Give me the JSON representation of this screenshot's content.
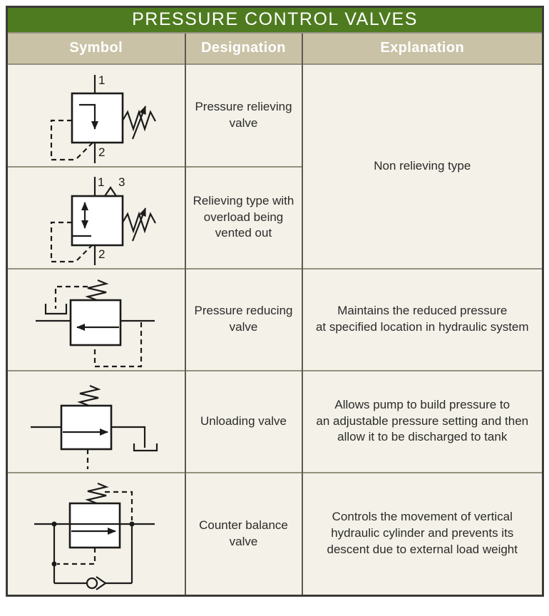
{
  "title": "PRESSURE CONTROL VALVES",
  "columns": {
    "symbol": "Symbol",
    "designation": "Designation",
    "explanation": "Explanation"
  },
  "rows": [
    {
      "symbol": "pressure-relieving-valve-symbol",
      "designation": [
        "Pressure relieving",
        "valve"
      ],
      "ports": {
        "p1": "1",
        "p2": "2"
      }
    },
    {
      "symbol": "relieving-type-vented-symbol",
      "designation": [
        "Relieving type with",
        "overload being",
        "vented out"
      ],
      "ports": {
        "p1": "1",
        "p2": "2",
        "p3": "3"
      }
    },
    {
      "symbol": "pressure-reducing-valve-symbol",
      "designation": [
        "Pressure reducing",
        "valve"
      ],
      "explanation": [
        "Maintains the reduced pressure",
        "at specified location in hydraulic system"
      ]
    },
    {
      "symbol": "unloading-valve-symbol",
      "designation": [
        "Unloading valve"
      ],
      "explanation": [
        "Allows pump to build pressure to",
        "an adjustable pressure setting and then",
        "allow it to be discharged to tank"
      ]
    },
    {
      "symbol": "counter-balance-valve-symbol",
      "designation": [
        "Counter balance",
        "valve"
      ],
      "explanation": [
        "Controls the movement of vertical",
        "hydraulic cylinder and prevents its",
        "descent due to external load weight"
      ]
    }
  ],
  "shared_explanation": [
    "Non relieving type"
  ],
  "colors": {
    "header_green": "#4e7b1f",
    "column_tan": "#c9c2a6",
    "cell_bg": "#f4f1e9",
    "border": "#3b3b38",
    "vline": "#5b5850",
    "hline": "#95917f",
    "text": "#2b2b29",
    "symbol_stroke": "#1b1b19"
  }
}
